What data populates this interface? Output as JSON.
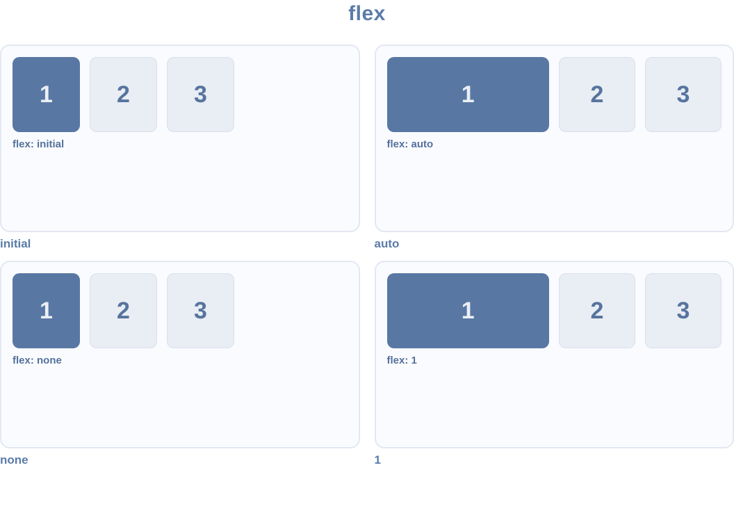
{
  "page": {
    "title": "flex"
  },
  "colors": {
    "accent": "#5B7CA9",
    "box_active_bg": "#5878A3",
    "box_active_text": "#EBEFF6",
    "box_plain_bg": "#E9EDF4",
    "box_plain_border": "#D9E0EC",
    "box_plain_text": "#56749E",
    "panel_bg": "#FAFBFE",
    "panel_border": "#E2E8F2",
    "label_text": "#54719C",
    "caption_text": "#5B7CA9"
  },
  "panels": [
    {
      "caption": "initial",
      "label": "flex: initial",
      "variant": "fixed",
      "items": [
        "1",
        "2",
        "3"
      ]
    },
    {
      "caption": "auto",
      "label": "flex: auto",
      "variant": "grow",
      "items": [
        "1",
        "2",
        "3"
      ]
    },
    {
      "caption": "none",
      "label": "flex: none",
      "variant": "fixed",
      "items": [
        "1",
        "2",
        "3"
      ]
    },
    {
      "caption": "1",
      "label": "flex: 1",
      "variant": "grow",
      "items": [
        "1",
        "2",
        "3"
      ]
    }
  ]
}
